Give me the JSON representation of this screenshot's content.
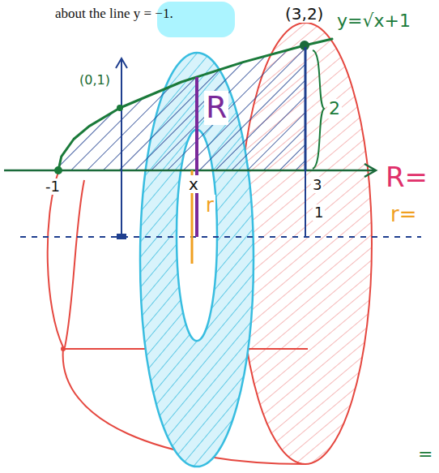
{
  "diagram": {
    "labels": [
      "about the line y = −1.",
      "(3,2)",
      "y=√x+1",
      "(0,1)",
      "R",
      "2",
      "x",
      "r",
      "-1",
      "3",
      "1",
      "R=",
      "r=",
      "="
    ]
  }
}
